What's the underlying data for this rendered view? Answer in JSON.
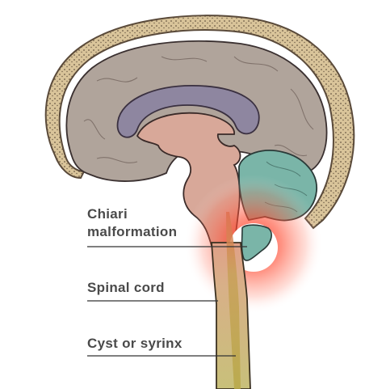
{
  "labels": {
    "chiari_line1": "Chiari",
    "chiari_line2": "malformation",
    "spinal_cord": "Spinal cord",
    "cyst": "Cyst or syrinx"
  },
  "colors": {
    "skull_outline": "#5a4a3a",
    "skull_fill": "#d8c39a",
    "cerebrum": "#b0a49b",
    "corpus_callosum": "#8e86a0",
    "brainstem": "#d8a899",
    "cerebellum": "#7ab5a8",
    "spinal_cord": "#c8c080",
    "syrinx": "#b8a050",
    "highlight_glow": "#ff3b2a",
    "leader_line": "#333333"
  }
}
